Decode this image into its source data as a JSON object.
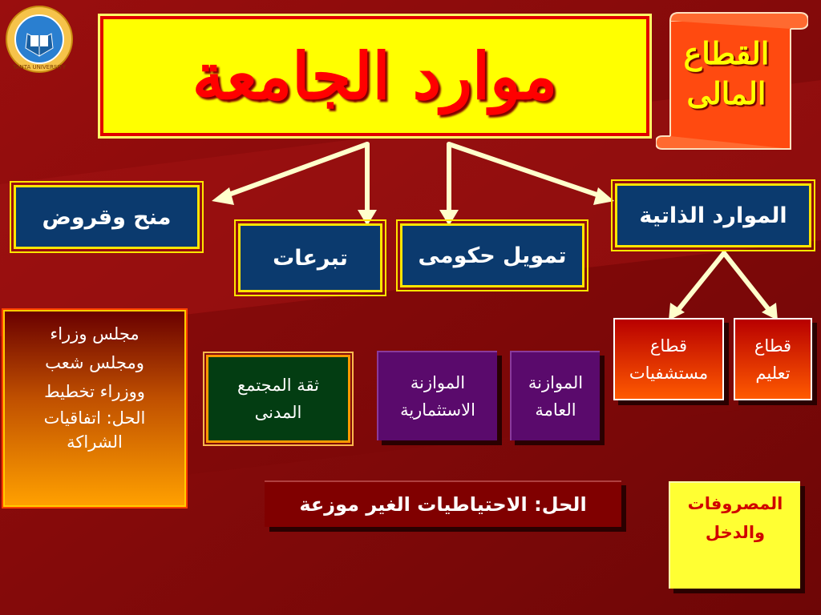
{
  "title": "موارد الجامعة",
  "financial_sector": {
    "line1": "القطاع",
    "line2": "المالى"
  },
  "sources": {
    "grants_loans": "منح وقروض",
    "donations": "تبرعات",
    "government_funding": "تمويل حكومى",
    "self_resources": "الموارد الذاتية"
  },
  "sub_sectors": {
    "hospitals": {
      "line1": "قطاع",
      "line2": "مستشفيات"
    },
    "education": {
      "line1": "قطاع",
      "line2": "تعليم"
    }
  },
  "budgets": {
    "investment": {
      "line1": "الموازنة",
      "line2": "الاستثمارية"
    },
    "general": {
      "line1": "الموازنة",
      "line2": "العامة"
    }
  },
  "civil_society": {
    "line1": "ثقة المجتمع",
    "line2": "المدنى"
  },
  "council_box": {
    "line1": "مجلس وزراء",
    "line2": "ومجلس شعب",
    "line3": "ووزراء تخطيط",
    "line4": "الحل: اتفاقيات",
    "line5": "الشراكة"
  },
  "solution_text": "الحل: الاحتياطيات الغير موزعة",
  "expenses_income": {
    "line1": "المصروفات",
    "line2": "والدخل"
  },
  "logo": {
    "icon": "tanta-university-seal-icon",
    "text": "TANTA UNIVERSITY"
  },
  "colors": {
    "background": "#8a0a0a",
    "title_bg": "#ffff00",
    "title_text": "#ff0000",
    "navy": "#0b3a6e",
    "arrow": "#ffffcc"
  }
}
